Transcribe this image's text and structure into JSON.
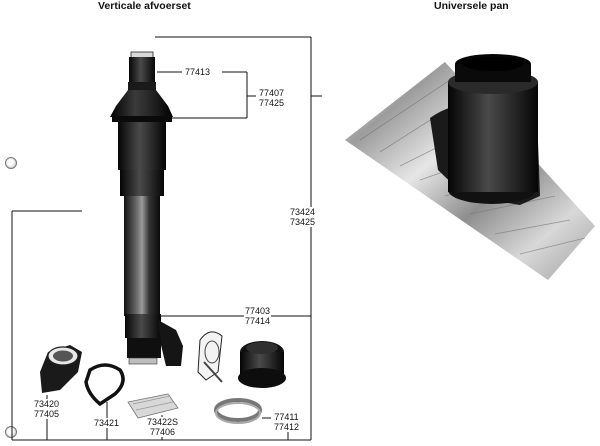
{
  "titles": {
    "left": "Verticale afvoerset",
    "right": "Universele pan"
  },
  "labels": {
    "top_cap": "77413",
    "cone": [
      "77407",
      "77425"
    ],
    "full_set": [
      "73424",
      "73425"
    ],
    "base": [
      "77403",
      "77414"
    ],
    "collar": [
      "73420",
      "77405"
    ],
    "ring": "73421",
    "tape": [
      "73422S",
      "77406"
    ],
    "clamp": [
      "77411",
      "77412"
    ]
  }
}
